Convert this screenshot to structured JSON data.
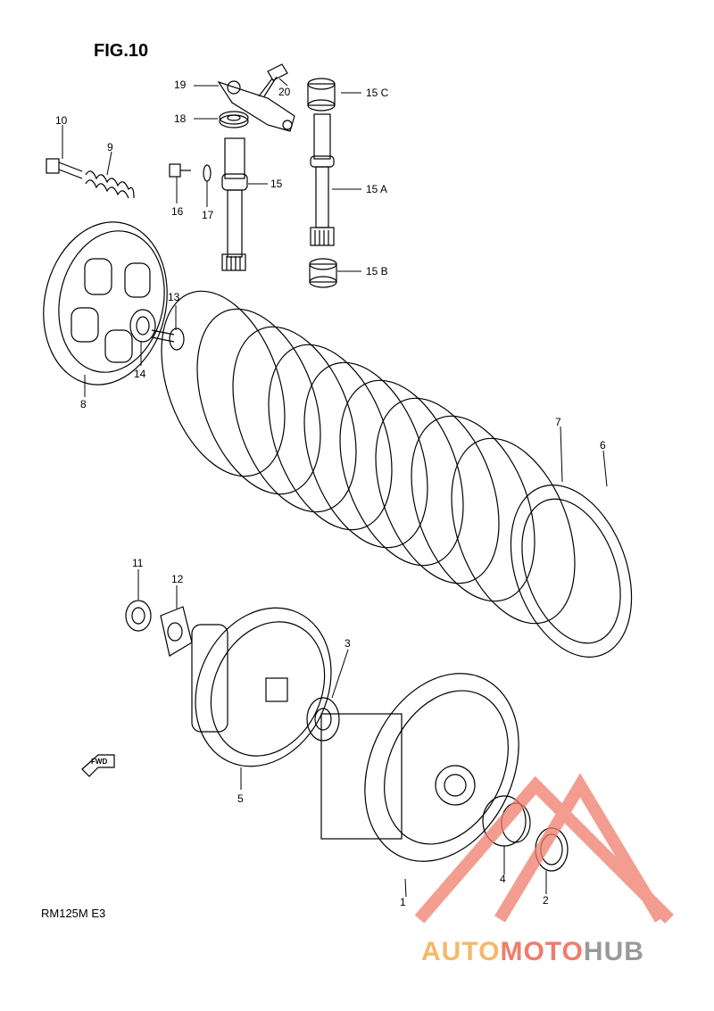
{
  "figure": {
    "title": "FIG.10",
    "model": "RM125M  E3"
  },
  "callouts": {
    "p1": "1",
    "p2": "2",
    "p3": "3",
    "p4": "4",
    "p5": "5",
    "p6": "6",
    "p7": "7",
    "p8": "8",
    "p9": "9",
    "p10": "10",
    "p11": "11",
    "p12": "12",
    "p13": "13",
    "p14": "14",
    "p15": "15",
    "p15a": "15 A",
    "p15b": "15 B",
    "p15c": "15 C",
    "p16": "16",
    "p17": "17",
    "p18": "18",
    "p19": "19",
    "p20": "20"
  },
  "arrow_label": "FWD",
  "watermark": {
    "part1": "AUTO",
    "part2": "MOTO",
    "part3": "HUB"
  },
  "colors": {
    "line": "#000000",
    "watermark_red": "#f07c6c",
    "watermark_orange": "#f5b86a",
    "watermark_grey": "#9a9a9a"
  }
}
